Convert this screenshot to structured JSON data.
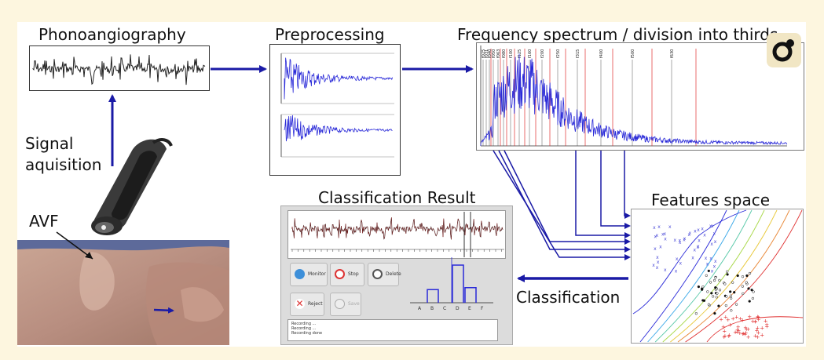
{
  "labels": {
    "phono": "Phonoangiography",
    "preproc": "Preprocessing",
    "freq": "Frequency spectrum / division into thirds",
    "signal_line1": "Signal",
    "signal_line2": "aquisition",
    "avf": "AVF",
    "class_result": "Classification Result",
    "features": "Features space",
    "classification": "Classification"
  },
  "spectrum_bands": [
    "f025",
    "f031",
    "f040",
    "f050",
    "f063",
    "f080",
    "f100",
    "f125",
    "f160",
    "f200",
    "f250",
    "f315",
    "f400",
    "f500",
    "f630"
  ],
  "result_panel": {
    "buttons": [
      "Monitor",
      "Stop",
      "Delete",
      "Reject",
      "Save"
    ],
    "hist_labels": [
      "A",
      "B",
      "C",
      "D",
      "E",
      "F"
    ],
    "hist_values": [
      0,
      0.35,
      0,
      1,
      0.4,
      0
    ],
    "status_lines": [
      "Recording ...",
      "Recording ...",
      "Recording done"
    ]
  },
  "colors": {
    "arrow": "#1a1aa6",
    "signal": "#2a2ad8",
    "dark_signal": "#222222",
    "red_line": "#e03030",
    "background": "#fdf6df"
  },
  "icons": [
    "gear-icon",
    "stethoscope-icon",
    "wrist-photo"
  ]
}
